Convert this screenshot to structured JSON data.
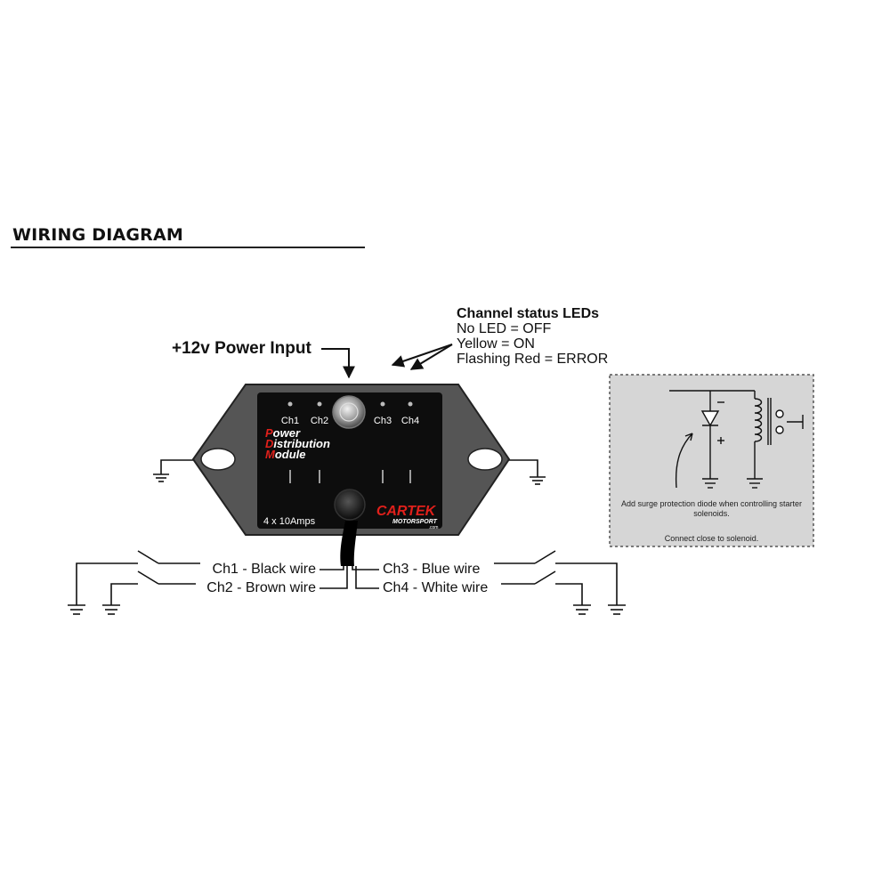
{
  "heading": "WIRING DIAGRAM",
  "power_input": "+12v Power Input",
  "led_legend": {
    "title": "Channel status LEDs",
    "lines": [
      "No LED = OFF",
      "Yellow = ON",
      "Flashing Red = ERROR"
    ]
  },
  "module": {
    "channel_labels": [
      "Ch1",
      "Ch2",
      "Ch3",
      "Ch4"
    ],
    "name_lines": [
      {
        "initial": "P",
        "rest": "ower"
      },
      {
        "initial": "D",
        "rest": "istribution"
      },
      {
        "initial": "M",
        "rest": "odule"
      }
    ],
    "rating": "4 x 10Amps",
    "brand": "CARTEK",
    "brand_sub": "MOTORSPORT",
    "brand_domain": ".com"
  },
  "wires": {
    "ch1": "Ch1 - Black wire",
    "ch2": "Ch2 - Brown wire",
    "ch3": "Ch3 - Blue wire",
    "ch4": "Ch4 - White wire"
  },
  "inset": {
    "note": "Add surge protection diode when controlling starter solenoids.",
    "connect": "Connect close to solenoid."
  },
  "colors": {
    "module_body": "#0d0d0d",
    "module_frame": "#5a5a5a",
    "module_text": "#ffffff",
    "accent_red": "#e0201b",
    "inset_bg": "#d6d6d6"
  }
}
